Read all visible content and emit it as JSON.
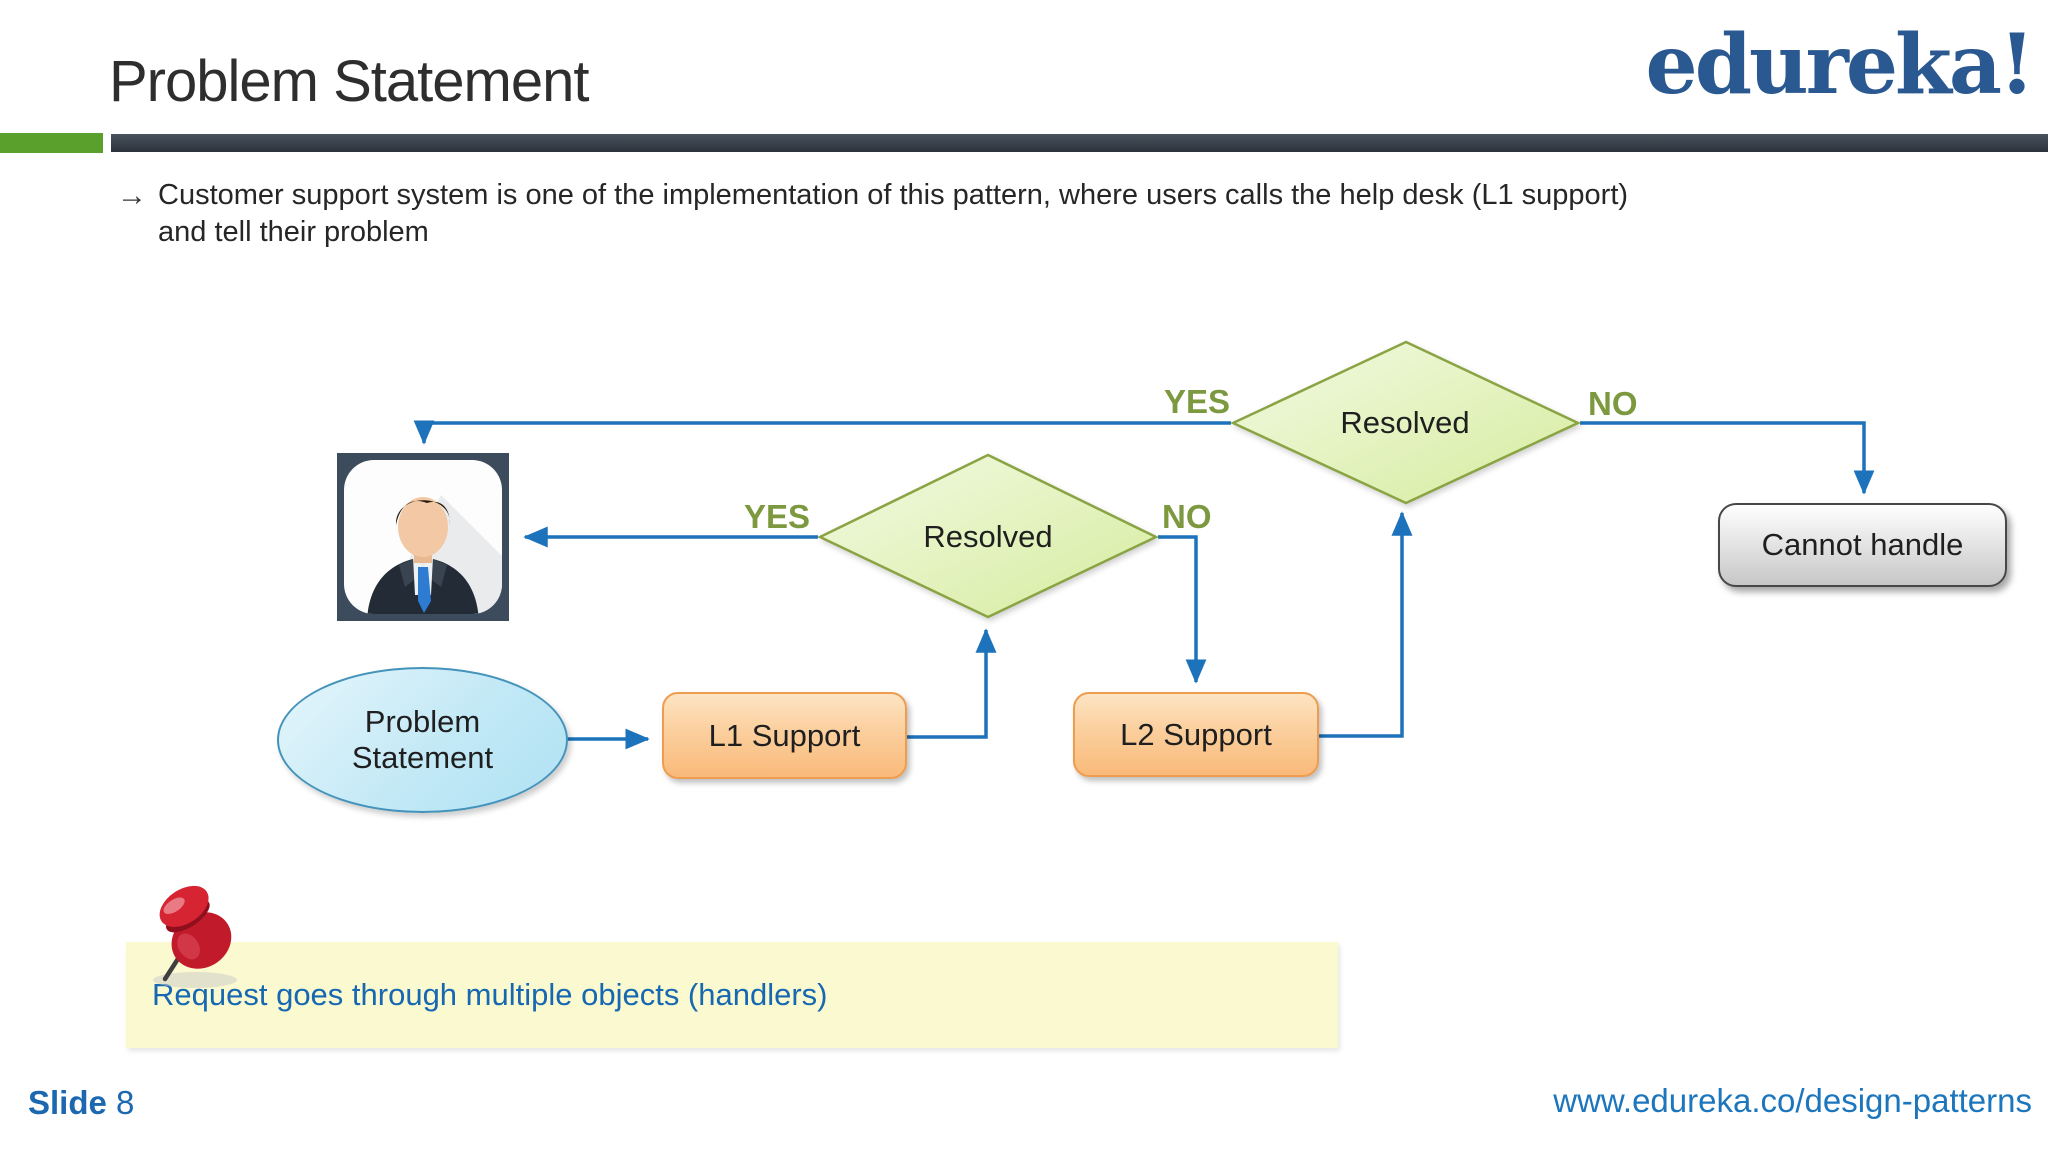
{
  "slide": {
    "title": "Problem Statement",
    "logo_text": "edureka!",
    "bullet": {
      "marker": "→",
      "line1": "Customer support system is one of the implementation of this pattern, where users calls the help desk (L1 support)",
      "line2": "and tell their problem"
    },
    "footer": {
      "slide_label": "Slide",
      "slide_number": "8",
      "url": "www.edureka.co/design-patterns"
    }
  },
  "flowchart": {
    "nodes": {
      "user": {
        "icon": "person-icon",
        "type": "actor"
      },
      "problem": {
        "label": "Problem Statement",
        "type": "start-ellipse"
      },
      "l1": {
        "label": "L1 Support",
        "type": "process"
      },
      "l2": {
        "label": "L2 Support",
        "type": "process"
      },
      "resolved1": {
        "label": "Resolved",
        "type": "decision"
      },
      "resolved2": {
        "label": "Resolved",
        "type": "decision"
      },
      "cannot": {
        "label": "Cannot handle",
        "type": "terminal"
      }
    },
    "edge_labels": {
      "yes1": "YES",
      "no1": "NO",
      "yes2": "YES",
      "no2": "NO"
    }
  },
  "note": {
    "icon": "pushpin-icon",
    "text": "Request goes through multiple objects (handlers)"
  },
  "colors": {
    "accent_green": "#5aa02c",
    "header_bar": "#2f3640",
    "connector_blue": "#1c73bb",
    "edge_label_olive": "#7c993f",
    "logo_blue": "#2a5890",
    "diamond_fill": "#ddefae",
    "diamond_border": "#8aa343",
    "process_fill": "#fbcf9d",
    "process_border": "#ee9d4f",
    "ellipse_fill": "#c3e9f6",
    "ellipse_border": "#4493bb",
    "terminal_fill": "#d9d9d9",
    "note_bg": "#fbf9cf",
    "note_text_blue": "#1568b1"
  }
}
